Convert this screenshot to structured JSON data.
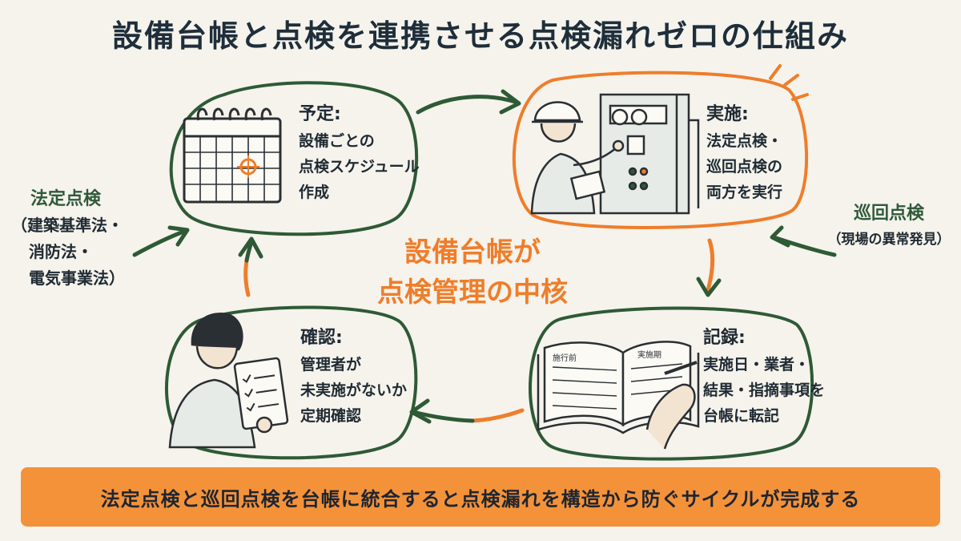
{
  "title": "設備台帳と点検を連携させる点検漏れゼロの仕組み",
  "stages": {
    "plan": {
      "head": "予定:",
      "lines": [
        "設備ごとの",
        "点検スケジュール",
        "作成"
      ]
    },
    "execute": {
      "head": "実施:",
      "lines": [
        "法定点検・",
        "巡回点検の",
        "両方を実行"
      ]
    },
    "record": {
      "head": "記録:",
      "lines": [
        "実施日・業者・",
        "結果・指摘事項を",
        "台帳に転記"
      ]
    },
    "confirm": {
      "head": "確認:",
      "lines": [
        "管理者が",
        "未実施がないか",
        "定期確認"
      ]
    }
  },
  "center": {
    "line1": "設備台帳が",
    "line2": "点検管理の中核"
  },
  "left_input": {
    "head": "法定点検",
    "lines": [
      "（建築基準法・",
      "消防法・",
      "電気事業法）"
    ]
  },
  "right_input": {
    "head": "巡回点検",
    "sub": "（現場の異常発見）"
  },
  "book_tabs": [
    "施行前",
    "実施期"
  ],
  "banner": "法定点検と巡回点検を台帳に統合すると点検漏れを構造から防ぐサイクルが完成する",
  "colors": {
    "green": "#2e5a36",
    "orange": "#ef7d2a",
    "banner": "#f4923a",
    "background": "#f5f3ec"
  }
}
